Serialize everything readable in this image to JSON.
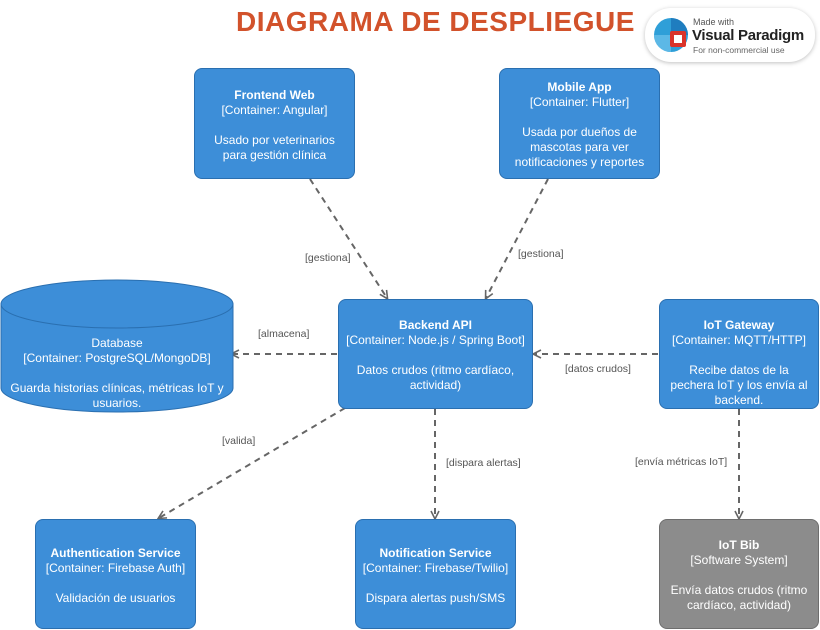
{
  "title": "DIAGRAMA DE DESPLIEGUE",
  "watermark": {
    "made_with": "Made with",
    "brand": "Visual Paradigm",
    "note": "For non-commercial use"
  },
  "colors": {
    "container": "#3d8ed8",
    "external": "#8c8c8c",
    "title": "#d2522b",
    "edge": "#666666"
  },
  "nodes": {
    "frontend": {
      "name": "Frontend Web",
      "tech": "[Container: Angular]",
      "desc": "Usado por veterinarios para gestión clínica"
    },
    "mobile": {
      "name": "Mobile App",
      "tech": "[Container: Flutter]",
      "desc": "Usada por dueños de mascotas para ver notificaciones y reportes"
    },
    "database": {
      "name": "Database",
      "tech": "[Container: PostgreSQL/MongoDB]",
      "desc": "Guarda historias clínicas, métricas IoT y usuarios."
    },
    "backend": {
      "name": "Backend API",
      "tech": "[Container: Node.js / Spring Boot]",
      "desc": "Datos crudos (ritmo cardíaco, actividad)"
    },
    "gateway": {
      "name": "IoT Gateway",
      "tech": "[Container: MQTT/HTTP]",
      "desc": "Recibe datos de la pechera IoT y los envía al backend."
    },
    "auth": {
      "name": "Authentication Service",
      "tech": "[Container: Firebase Auth]",
      "desc": "Validación de usuarios"
    },
    "notification": {
      "name": "Notification Service",
      "tech": "[Container: Firebase/Twilio]",
      "desc": "Dispara alertas push/SMS"
    },
    "iotbib": {
      "name": "IoT Bib",
      "tech": "[Software System]",
      "desc": "Envía datos crudos (ritmo cardíaco, actividad)"
    }
  },
  "edges": {
    "frontend_backend": "[gestiona]",
    "mobile_backend": "[gestiona]",
    "backend_database": "[almacena]",
    "gateway_backend": "[datos crudos]",
    "backend_auth": "[valida]",
    "backend_notification": "[dispara alertas]",
    "gateway_iotbib": "[envía métricas IoT]"
  }
}
